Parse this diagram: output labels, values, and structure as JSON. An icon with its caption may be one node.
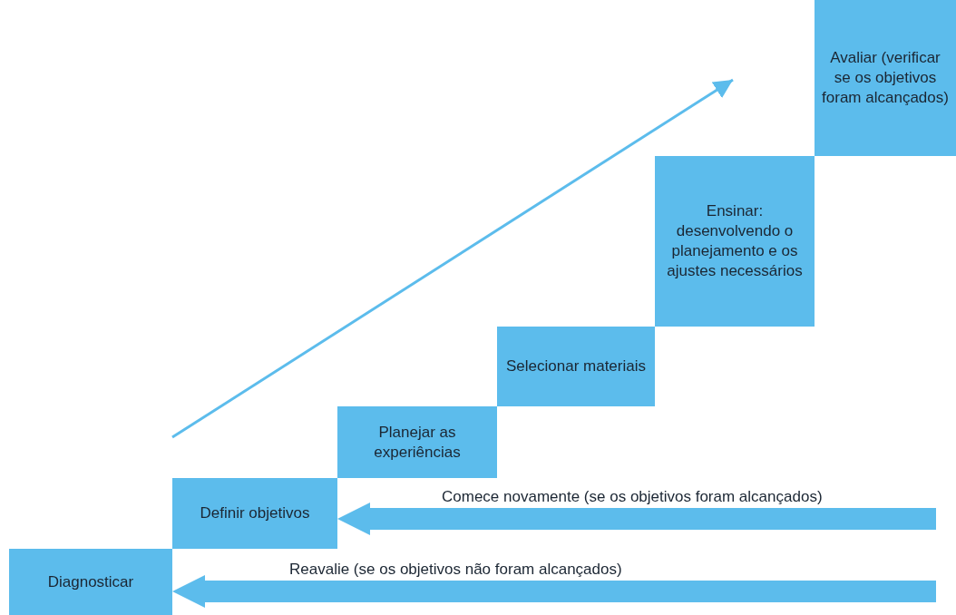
{
  "diagram": {
    "nodes": [
      {
        "text": [
          "Diagnosticar"
        ]
      },
      {
        "text": [
          "Definir objetivos"
        ]
      },
      {
        "text": [
          "Planejar as experiências"
        ]
      },
      {
        "text": [
          "Selecionar materiais"
        ]
      },
      {
        "text": [
          "Ensinar: desenvolvendo o planejamento e os ajustes necessários"
        ]
      },
      {
        "text": [
          "Avaliar (verificar se os objetivos foram alcançados)"
        ]
      }
    ],
    "edges": [
      {
        "from": null,
        "to": 1,
        "arrow": "to",
        "label": "Comece novamente (se os objetivos foram alcançados)"
      },
      {
        "from": null,
        "to": 0,
        "arrow": "to",
        "label": "Reavalie (se os objetivos não foram alcançados)"
      }
    ]
  }
}
